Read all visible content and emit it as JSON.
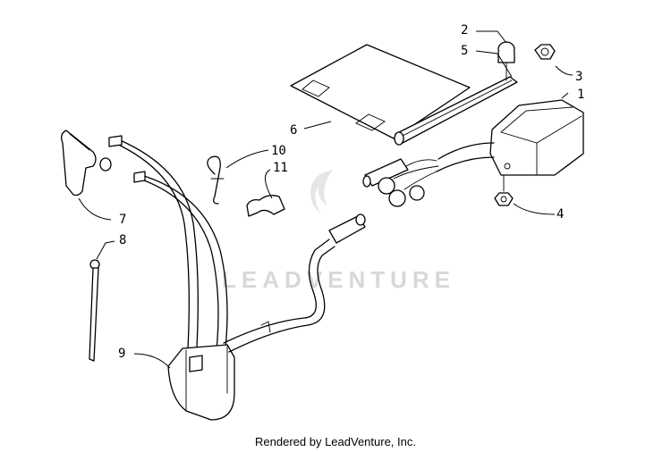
{
  "callouts": [
    {
      "id": "1",
      "label": "1"
    },
    {
      "id": "2",
      "label": "2"
    },
    {
      "id": "3",
      "label": "3"
    },
    {
      "id": "4",
      "label": "4"
    },
    {
      "id": "5",
      "label": "5"
    },
    {
      "id": "6",
      "label": "6"
    },
    {
      "id": "7",
      "label": "7"
    },
    {
      "id": "8",
      "label": "8"
    },
    {
      "id": "9",
      "label": "9"
    },
    {
      "id": "10",
      "label": "10"
    },
    {
      "id": "11",
      "label": "11"
    }
  ],
  "watermark": {
    "text": "LEADVENTURE"
  },
  "footer": {
    "credit": "Rendered by LeadVenture, Inc."
  }
}
